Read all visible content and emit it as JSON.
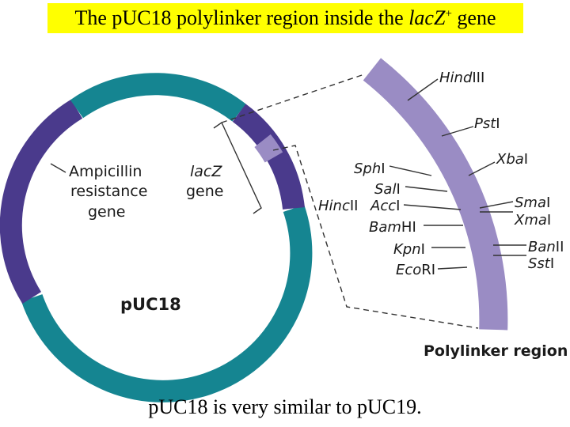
{
  "title": {
    "pre": "The pUC18 polylinker region inside the ",
    "gene_italic": "lacZ",
    "sup": "+",
    "post": " gene",
    "background": "#ffff00"
  },
  "plasmid": {
    "name": "pUC18",
    "amp_label": [
      "Ampicillin",
      "resistance",
      "gene"
    ],
    "lacz_label_italic": "lacZ",
    "lacz_label_gene": "gene",
    "colors": {
      "teal": "#158591",
      "purple": "#4a3a8c",
      "polylinker": "#9a8cc4"
    }
  },
  "polylinker": {
    "label": "Polylinker region",
    "sites": [
      {
        "pre": "Hind",
        "rest": "III"
      },
      {
        "pre": "Pst",
        "rest": "I"
      },
      {
        "pre": "Xba",
        "rest": "I"
      },
      {
        "pre": "Sma",
        "rest": "I"
      },
      {
        "pre": "Xma",
        "rest": "I"
      },
      {
        "pre": "Ban",
        "rest": "II"
      },
      {
        "pre": "Sst",
        "rest": "I"
      },
      {
        "pre": "Sph",
        "rest": "I"
      },
      {
        "pre": "Sal",
        "rest": "I"
      },
      {
        "pre": "Hinc",
        "rest": "II"
      },
      {
        "pre": "Acc",
        "rest": "I"
      },
      {
        "pre": "Bam",
        "rest": "HI"
      },
      {
        "pre": "Kpn",
        "rest": "I"
      },
      {
        "pre": "Eco",
        "rest": "RI"
      }
    ]
  },
  "caption": "pUC18 is very similar to pUC19."
}
